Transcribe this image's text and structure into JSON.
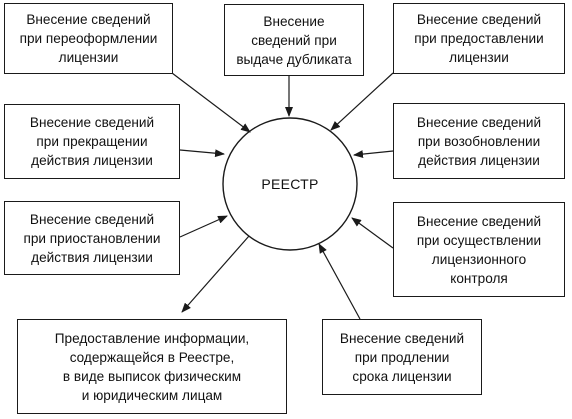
{
  "center": {
    "label": "РЕЕСТР"
  },
  "boxes": {
    "reissue": {
      "lines": [
        "Внесение сведений",
        "при переоформлении",
        "лицензии"
      ]
    },
    "duplicate": {
      "lines": [
        "Внесение",
        "сведений при",
        "выдаче дубликата"
      ]
    },
    "granting": {
      "lines": [
        "Внесение сведений",
        "при предоставлении",
        "лицензии"
      ]
    },
    "termination": {
      "lines": [
        "Внесение сведений",
        "при прекращении",
        "действия лицензии"
      ]
    },
    "resumption": {
      "lines": [
        "Внесение сведений",
        "при возобновлении",
        "действия лицензии"
      ]
    },
    "suspension": {
      "lines": [
        "Внесение сведений",
        "при приостановлении",
        "действия лицензии"
      ]
    },
    "control": {
      "lines": [
        "Внесение сведений",
        "при осуществлении",
        "лицензионного",
        "контроля"
      ]
    },
    "info": {
      "lines": [
        "Предоставление информации,",
        "содержащейся в Реестре,",
        "в виде выписок физическим",
        "и юридическим лицам"
      ]
    },
    "extension": {
      "lines": [
        "Внесение сведений",
        "при продлении",
        "срока лицензии"
      ]
    }
  }
}
